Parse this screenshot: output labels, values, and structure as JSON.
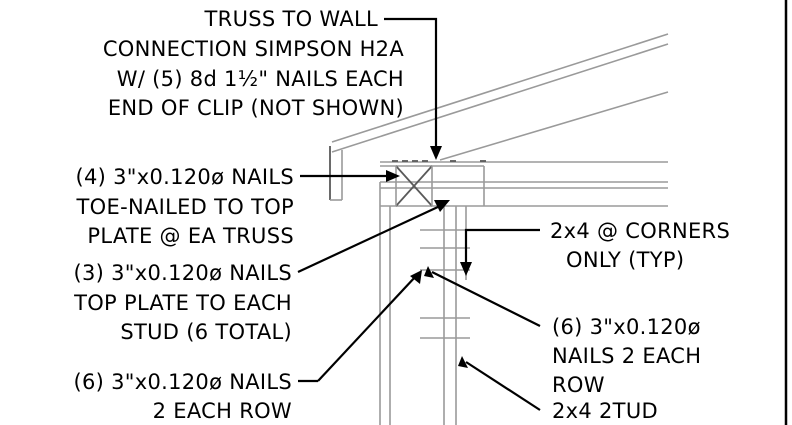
{
  "notes": {
    "truss_connection": {
      "lines": [
        "TRUSS TO WALL",
        "CONNECTION SIMPSON H2A",
        "W/ (5) 8d 1½\" NAILS EACH",
        "END OF CLIP (NOT SHOWN)"
      ]
    },
    "toe_nail": {
      "lines": [
        "(4) 3\"x0.120ø NAILS",
        "TOE-NAILED TO TOP",
        "PLATE @ EA TRUSS"
      ]
    },
    "top_plate_stud": {
      "lines": [
        "(3) 3\"x0.120ø NAILS",
        "TOP PLATE TO EACH",
        "STUD (6 TOTAL)"
      ]
    },
    "row_nails_left": {
      "lines": [
        "(6) 3\"x0.120ø NAILS",
        "2 EACH ROW"
      ]
    },
    "corners": {
      "lines": [
        "2x4 @ CORNERS",
        "ONLY (TYP)"
      ]
    },
    "row_nails_right": {
      "lines": [
        "(6) 3\"x0.120ø",
        "NAILS 2 EACH",
        "ROW"
      ]
    },
    "stud": {
      "lines": [
        "2x4 2TUD"
      ]
    }
  }
}
